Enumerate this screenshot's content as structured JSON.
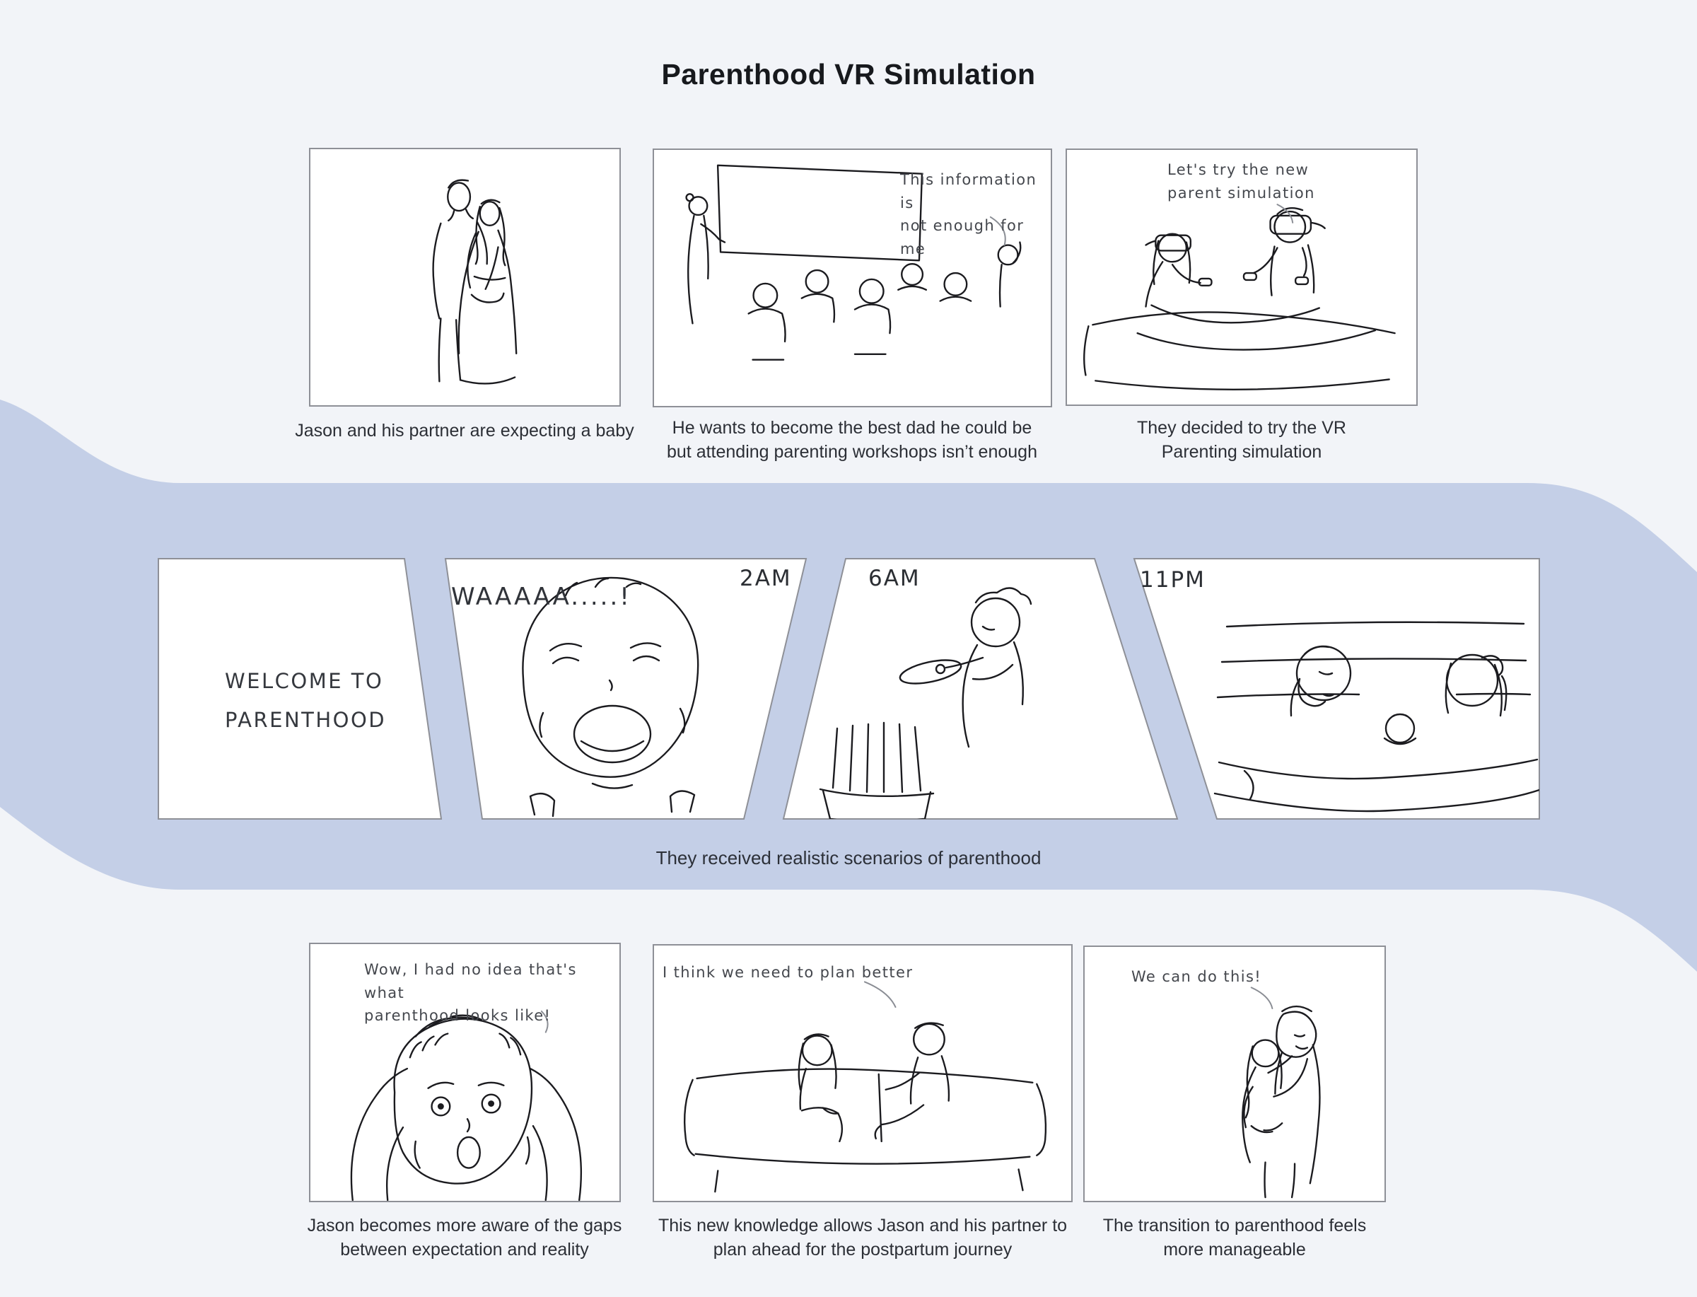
{
  "title": "Parenthood VR Simulation",
  "colors": {
    "background": "#f2f4f8",
    "ribbon": "#c4cfe7",
    "panel_border": "#8e9097",
    "ink": "#1b1b1f",
    "caption_text": "#2c2f36"
  },
  "panels": {
    "p1": {
      "caption": [
        "Jason and his partner are expecting a baby"
      ]
    },
    "p2": {
      "bubble": [
        "This information is",
        "not enough for me"
      ],
      "caption": [
        "He wants to become the best dad he could be",
        "but attending parenting workshops isn’t enough"
      ]
    },
    "p3": {
      "bubble": [
        "Let's try the new",
        "parent simulation"
      ],
      "caption": [
        "They decided to try the VR",
        "Parenting simulation"
      ]
    },
    "m1": {
      "text": [
        "WELCOME TO",
        "PARENTHOOD"
      ]
    },
    "m2": {
      "shout": "WAAAAA.....!",
      "time": "2AM"
    },
    "m3": {
      "time": "6AM"
    },
    "m4": {
      "time": "11PM"
    },
    "mid_caption": [
      "They received realistic scenarios of parenthood"
    ],
    "p4": {
      "bubble": [
        "Wow, I had no idea that's what",
        "parenthood looks like!"
      ],
      "caption": [
        "Jason becomes more aware of the gaps",
        "between expectation and reality"
      ]
    },
    "p5": {
      "bubble": [
        "I think we need to plan better"
      ],
      "caption": [
        "This new knowledge allows Jason and his partner to",
        "plan ahead for the postpartum journey"
      ]
    },
    "p6": {
      "bubble": [
        "We can do this!"
      ],
      "caption": [
        "The transition to parenthood feels",
        "more manageable"
      ]
    }
  }
}
